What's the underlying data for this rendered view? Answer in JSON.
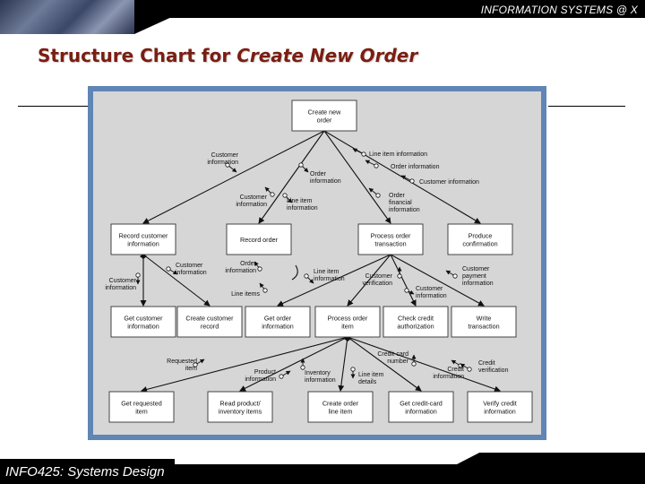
{
  "header": {
    "title": "INFORMATION SYSTEMS @ X"
  },
  "slide": {
    "title_plain": "Structure Chart for ",
    "title_italic": "Create New Order"
  },
  "footer": {
    "course": "INFO425: Systems Design"
  },
  "colors": {
    "title": "#7a1e12",
    "frame": "#5f86b5",
    "diagram_bg": "#d6d6d6"
  },
  "diagram": {
    "modules": [
      {
        "id": "root",
        "lines": [
          "Create new",
          "order"
        ]
      },
      {
        "id": "record_customer",
        "lines": [
          "Record customer",
          "information"
        ]
      },
      {
        "id": "record_order",
        "lines": [
          "Record order"
        ]
      },
      {
        "id": "process_order_txn",
        "lines": [
          "Process order",
          "transaction"
        ]
      },
      {
        "id": "produce_confirmation",
        "lines": [
          "Produce",
          "confirmation"
        ]
      },
      {
        "id": "get_customer",
        "lines": [
          "Get customer",
          "information"
        ]
      },
      {
        "id": "create_customer",
        "lines": [
          "Create customer",
          "record"
        ]
      },
      {
        "id": "get_order",
        "lines": [
          "Get order",
          "information"
        ]
      },
      {
        "id": "process_order_item",
        "lines": [
          "Process order",
          "item"
        ]
      },
      {
        "id": "check_credit",
        "lines": [
          "Check credit",
          "authorization"
        ]
      },
      {
        "id": "write_txn",
        "lines": [
          "Write",
          "transaction"
        ]
      },
      {
        "id": "get_requested",
        "lines": [
          "Get requested",
          "item"
        ]
      },
      {
        "id": "read_product",
        "lines": [
          "Read product/",
          "inventory items"
        ]
      },
      {
        "id": "create_order_line",
        "lines": [
          "Create order",
          "line item"
        ]
      },
      {
        "id": "get_credit_card",
        "lines": [
          "Get credit-card",
          "information"
        ]
      },
      {
        "id": "verify_credit",
        "lines": [
          "Verify credit",
          "information"
        ]
      }
    ],
    "couples": [
      {
        "id": "c1",
        "lines": [
          "Line item information"
        ]
      },
      {
        "id": "c2",
        "lines": [
          "Order information"
        ]
      },
      {
        "id": "c3",
        "lines": [
          "Customer information"
        ]
      },
      {
        "id": "c4",
        "lines": [
          "Customer",
          "information"
        ]
      },
      {
        "id": "c5",
        "lines": [
          "Order",
          "information"
        ]
      },
      {
        "id": "c6",
        "lines": [
          "Customer",
          "information"
        ]
      },
      {
        "id": "c7",
        "lines": [
          "Line item",
          "information"
        ]
      },
      {
        "id": "c8",
        "lines": [
          "Order",
          "financial",
          "information"
        ]
      },
      {
        "id": "c9",
        "lines": [
          "Customer",
          "information"
        ]
      },
      {
        "id": "c10",
        "lines": [
          "Customer",
          "information"
        ]
      },
      {
        "id": "c11",
        "lines": [
          "Order",
          "information"
        ]
      },
      {
        "id": "c12",
        "lines": [
          "Line items"
        ]
      },
      {
        "id": "c13",
        "lines": [
          "Line item",
          "information"
        ]
      },
      {
        "id": "c14",
        "lines": [
          "Customer",
          "verification"
        ]
      },
      {
        "id": "c15",
        "lines": [
          "Customer",
          "payment",
          "information"
        ]
      },
      {
        "id": "c16",
        "lines": [
          "Customer",
          "information"
        ]
      },
      {
        "id": "c17",
        "lines": [
          "Requested",
          "item"
        ]
      },
      {
        "id": "c18",
        "lines": [
          "Product",
          "information"
        ]
      },
      {
        "id": "c19",
        "lines": [
          "Inventory",
          "information"
        ]
      },
      {
        "id": "c20",
        "lines": [
          "Line item",
          "details"
        ]
      },
      {
        "id": "c21",
        "lines": [
          "Credit-card",
          "number"
        ]
      },
      {
        "id": "c22",
        "lines": [
          "Credit",
          "information"
        ]
      },
      {
        "id": "c23",
        "lines": [
          "Credit",
          "verification"
        ]
      }
    ]
  }
}
